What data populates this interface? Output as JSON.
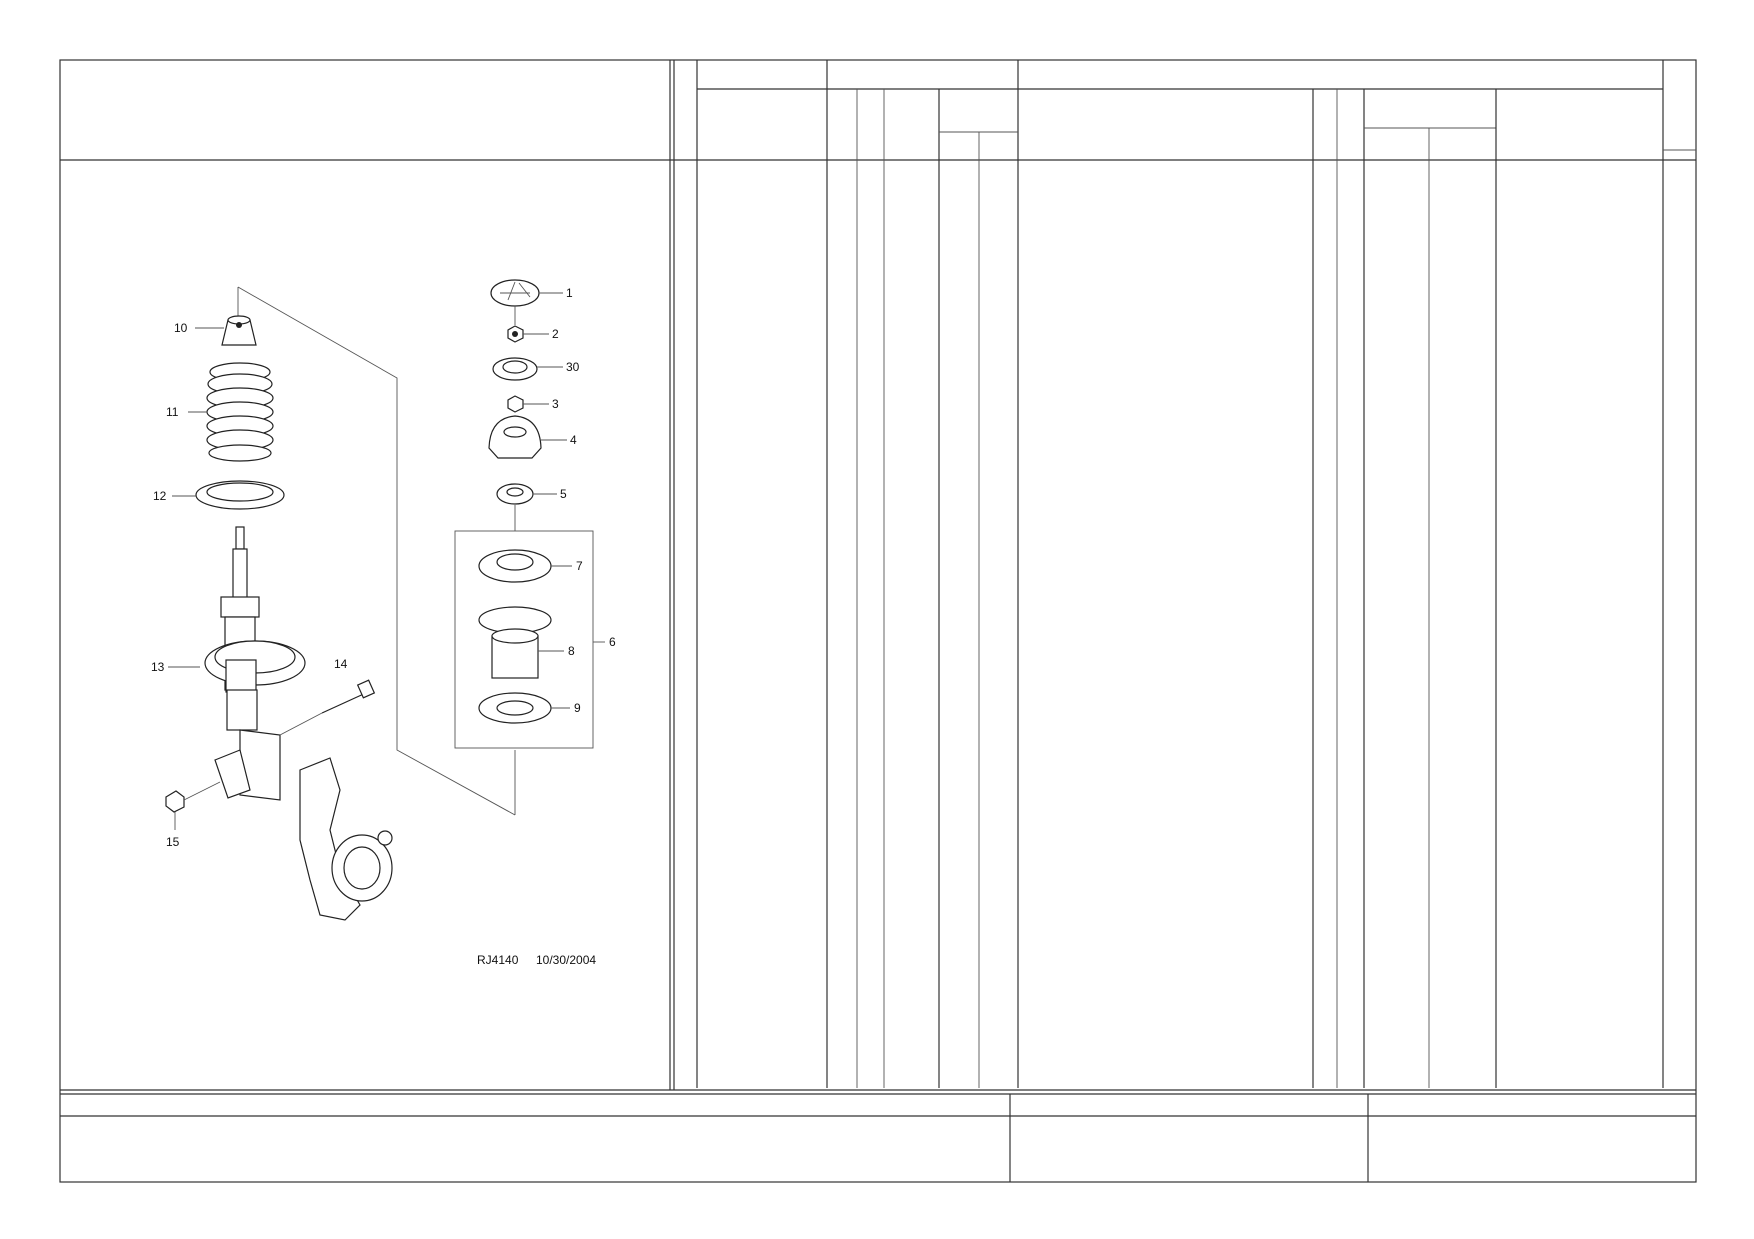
{
  "drawing": {
    "reference": "RJ4140",
    "date": "10/30/2004",
    "callouts": {
      "c1": "1",
      "c2": "2",
      "c30": "30",
      "c3": "3",
      "c4": "4",
      "c5": "5",
      "c6": "6",
      "c7": "7",
      "c8": "8",
      "c9": "9",
      "c10": "10",
      "c11": "11",
      "c12": "12",
      "c13": "13",
      "c14": "14",
      "c15": "15"
    }
  },
  "colors": {
    "line": "#333333",
    "background": "#ffffff"
  }
}
